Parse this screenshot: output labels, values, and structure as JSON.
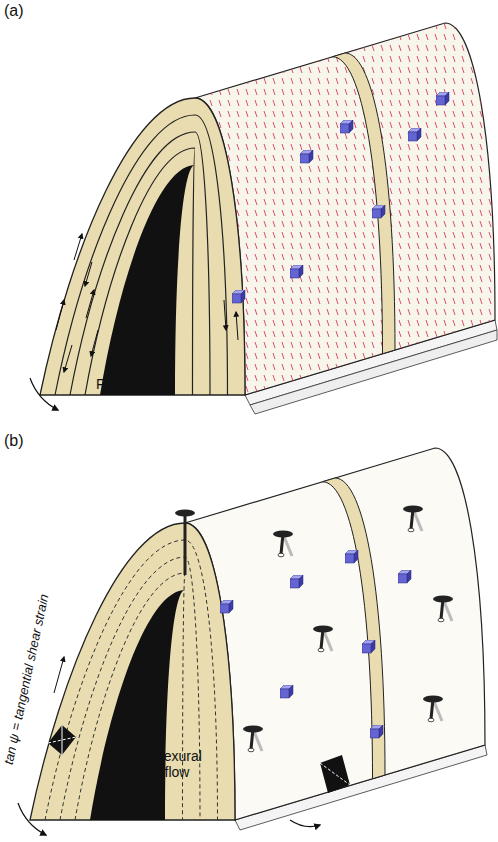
{
  "diagram": {
    "labels": [
      "(a)",
      "Flexural slip",
      "(b)",
      "tan ψ = tangential shear strain",
      "Flexural flow"
    ]
  }
}
